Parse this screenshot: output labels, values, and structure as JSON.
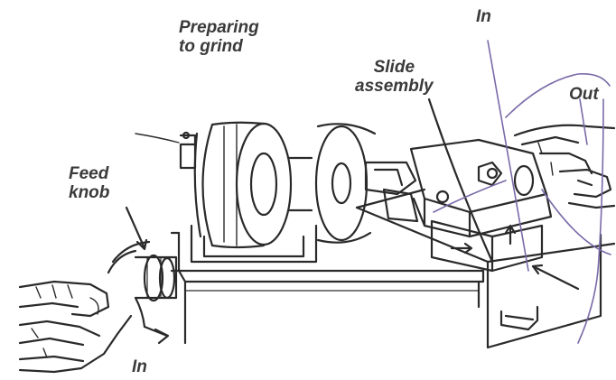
{
  "labels": {
    "preparing_line1": "Preparing",
    "preparing_line2": "to grind",
    "slide_line1": "Slide",
    "slide_line2": "assembly",
    "feed_line1": "Feed",
    "feed_line2": "knob",
    "in_top": "In",
    "out_right": "Out",
    "in_bottom": "In"
  },
  "colors": {
    "ink": "#2a2a2a",
    "label": "#3a3a3a",
    "pen_purple": "#7a6aa8",
    "paper": "#ffffff"
  }
}
